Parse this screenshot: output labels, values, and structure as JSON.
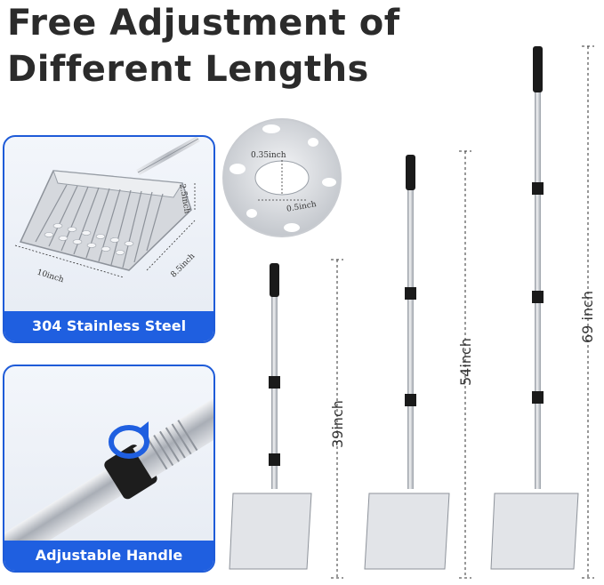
{
  "title": {
    "line1": "Free Adjustment of",
    "line2": "Different Lengths"
  },
  "panel_top": {
    "band_label": "304 Stainless Steel",
    "dim_width": "10inch",
    "dim_depth": "8.5inch",
    "dim_height": "2.5inch"
  },
  "panel_bottom": {
    "band_label": "Adjustable Handle"
  },
  "hole_detail": {
    "dim_a": "0.35inch",
    "dim_b": "0.5inch"
  },
  "lengths": {
    "short": "39inch",
    "medium": "54inch",
    "long": "69 inch"
  },
  "colors": {
    "accent": "#1f5fe0",
    "steel": "#c9ccd1",
    "grip": "#1a1a1a"
  }
}
